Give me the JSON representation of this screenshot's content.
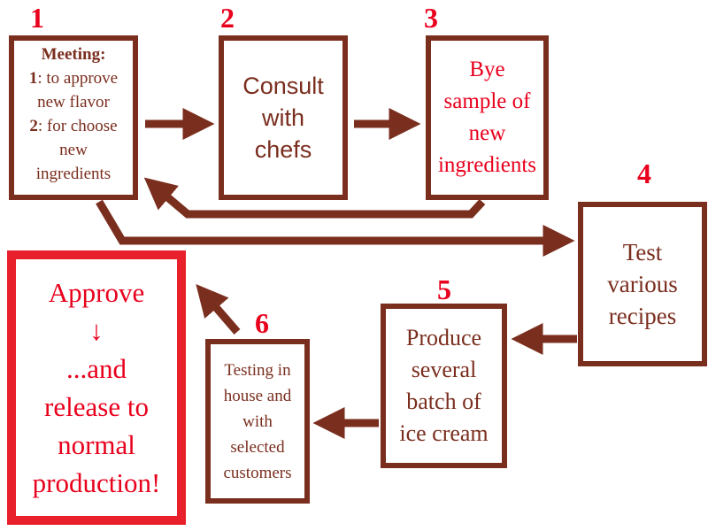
{
  "steps": [
    {
      "number": "1",
      "title": "Meeting:",
      "items": [
        {
          "num": "1",
          "lines": [
            ": to approve",
            "new flavor"
          ]
        },
        {
          "num": "2",
          "lines": [
            ": for choose",
            "new",
            "ingredients"
          ]
        }
      ]
    },
    {
      "number": "2",
      "lines": [
        "Consult",
        "with",
        "chefs"
      ]
    },
    {
      "number": "3",
      "lines": [
        "Bye",
        "sample of",
        "new",
        "ingredients"
      ]
    },
    {
      "number": "4",
      "lines": [
        "Test",
        "various",
        "recipes"
      ]
    },
    {
      "number": "5",
      "lines": [
        "Produce",
        "several",
        "batch of",
        "ice cream"
      ]
    },
    {
      "number": "6",
      "lines": [
        "Testing in",
        "house and",
        "with",
        "selected",
        "customers"
      ]
    }
  ],
  "final": {
    "lines": [
      "Approve",
      "↓",
      "...and",
      "release to",
      "normal",
      "production!"
    ]
  },
  "colors": {
    "arrow": "#7a2e1e",
    "box_border": "#7a2e1e",
    "step_number": "#e8001c",
    "final_border": "#e8202c"
  }
}
